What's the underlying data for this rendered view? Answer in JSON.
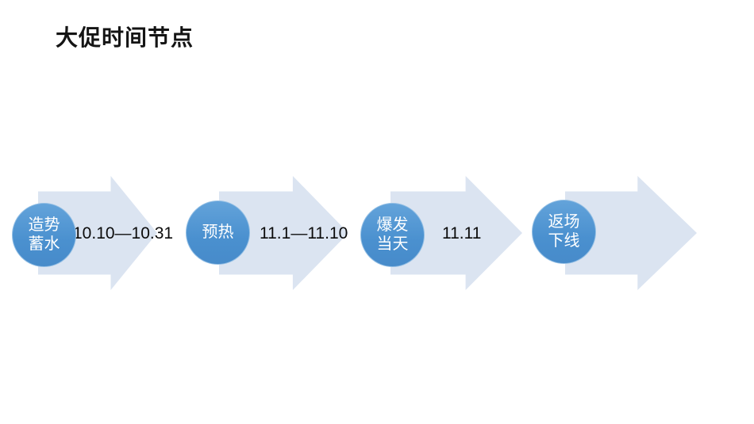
{
  "slide": {
    "title": "大促时间节点",
    "background": "#ffffff",
    "colors": {
      "arrow_fill": "#dbe4f1",
      "circle_gradient_top": "#63a3da",
      "circle_gradient_bottom": "#478bca",
      "circle_rim": "#92bee4",
      "circle_text": "#ffffff",
      "date_text": "#0b0b0b",
      "title_text": "#141414"
    },
    "timeline": {
      "stages": [
        {
          "name": "造势蓄水",
          "lines": [
            "造势",
            "蓄水"
          ],
          "date": "10.10—10.31"
        },
        {
          "name": "预热",
          "lines": [
            "预热"
          ],
          "date": "11.1—11.10"
        },
        {
          "name": "爆发当天",
          "lines": [
            "爆发",
            "当天"
          ],
          "date": "11.11"
        },
        {
          "name": "返场下线",
          "lines": [
            "返场",
            "下线"
          ],
          "date": ""
        }
      ]
    }
  }
}
